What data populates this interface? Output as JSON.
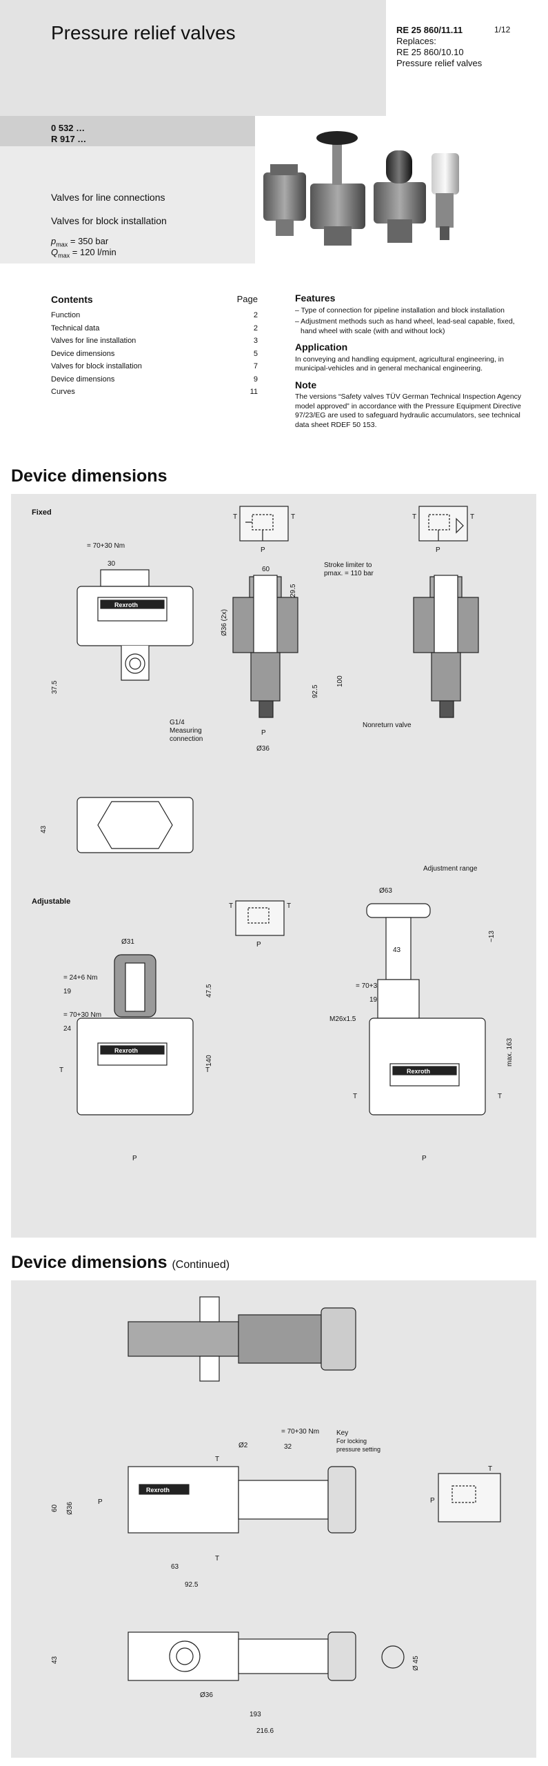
{
  "header": {
    "title": "Pressure relief valves",
    "doc_number": "RE 25 860/11.11",
    "page": "1/12",
    "replaces_label": "Replaces:",
    "replaces_number": "RE 25 860/10.10",
    "replaces_title": "Pressure relief valves"
  },
  "codes": [
    "0 532 …",
    "R 917 …"
  ],
  "descriptions": [
    "Valves for line connections",
    "Valves for block installation"
  ],
  "specs": {
    "pmax": "= 350 bar",
    "qmax": "= 120 l/min",
    "p_sym": "p",
    "p_sub": "max",
    "q_sym": "Q",
    "q_sub": "max"
  },
  "contents": {
    "title": "Contents",
    "page_label": "Page",
    "items": [
      {
        "label": "Function",
        "page": "2"
      },
      {
        "label": "Technical data",
        "page": "2"
      },
      {
        "label": "Valves for line installation",
        "page": "3"
      },
      {
        "label": "Device dimensions",
        "page": "5"
      },
      {
        "label": "Valves for block installation",
        "page": "7"
      },
      {
        "label": "Device dimensions",
        "page": "9"
      },
      {
        "label": "Curves",
        "page": "11"
      }
    ]
  },
  "features": {
    "title": "Features",
    "items": [
      "– Type of connection for pipeline installation and block installation",
      "– Adjustment methods such as hand wheel, lead-seal capable, fixed, hand wheel with scale (with and without lock)"
    ]
  },
  "application": {
    "title": "Application",
    "text": "In conveying and handling equipment, agricultural engineering, in municipal-vehicles and in general mechanical engineering."
  },
  "note": {
    "title": "Note",
    "text": "The versions “Safety valves TÜV German Technical Inspection Agency model approved” in accordance with the Pressure Equipment Directive 97/23/EG are used to safeguard hydraulic accumulators, see technical data sheet RDEF 50 153."
  },
  "section1": {
    "title": "Device dimensions",
    "fixed_label": "Fixed",
    "adjustable_label": "Adjustable",
    "brand": "Rexroth",
    "torque_70": "= 70+30 Nm",
    "torque_24": "= 24+6 Nm",
    "dim_30": "30",
    "dim_60": "60",
    "dim_375": "37.5",
    "dim_36": "Ø36",
    "dim_36_2x": "Ø36 (2x)",
    "dim_295": "29.5",
    "dim_925": "92.5",
    "dim_100": "100",
    "dim_43": "43",
    "dim_31": "Ø31",
    "dim_19": "19",
    "dim_24": "24",
    "dim_475": "47.5",
    "dim_140": "140",
    "dim_63": "Ø63",
    "dim_13": "~13",
    "dim_163": "max. 163",
    "thread": "M26x1.5",
    "measuring": [
      "G1/4",
      "Measuring",
      "connection"
    ],
    "stroke_limiter": [
      "Stroke limiter to",
      "pmax. = 110 bar"
    ],
    "nonreturn": "Nonreturn valve",
    "adjustment_range": "Adjustment range",
    "port_p": "P",
    "port_t": "T"
  },
  "section2": {
    "title": "Device dimensions",
    "subtitle": "(Continued)",
    "torque_70": "= 70+30 Nm",
    "dim_2": "Ø2",
    "dim_32": "32",
    "dim_60": "60",
    "dim_36": "Ø36",
    "dim_63": "63",
    "dim_925": "92.5",
    "dim_43": "43",
    "dim_45": "Ø 45",
    "dim_36b": "Ø36",
    "dim_193": "193",
    "dim_2166": "216.6",
    "key": [
      "Key",
      "For locking",
      "pressure setting"
    ],
    "port_p": "P",
    "port_t": "T"
  }
}
